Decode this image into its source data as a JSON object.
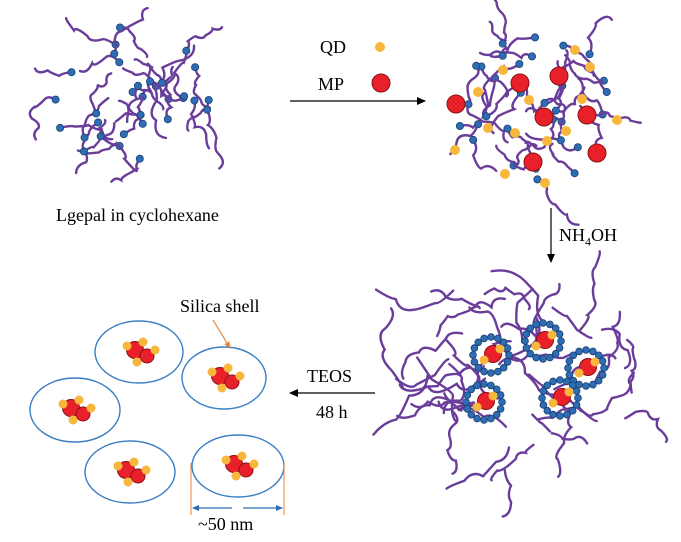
{
  "labels": {
    "qd": "QD",
    "mp": "MP",
    "lgepal": "Lgepal in cyclohexane",
    "nh4oh_main": "NH",
    "nh4oh_sub": "4",
    "nh4oh_tail": "OH",
    "teos": "TEOS",
    "time": "48 h",
    "silica_shell": "Silica shell",
    "size": "~50 nm"
  },
  "colors": {
    "surfactant_tail": "#6a3d9a",
    "surfactant_head": "#2e6db4",
    "head_outline": "#1b3f73",
    "qd": "#f6b73c",
    "mp": "#e8202a",
    "mp_outline": "#8a1116",
    "shell_outline": "#3a7fc4",
    "callout_arrow": "#e8833a",
    "scale_bar": "#2e6db4"
  },
  "legend": [
    {
      "name": "QD",
      "icon": "yellow-dot"
    },
    {
      "name": "MP",
      "icon": "red-dot"
    }
  ]
}
